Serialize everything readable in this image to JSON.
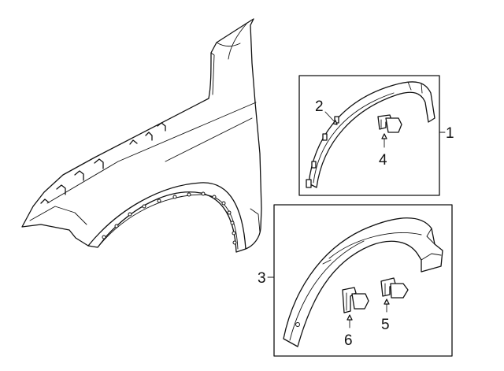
{
  "diagram": {
    "callouts": [
      {
        "id": "c1",
        "text": "1"
      },
      {
        "id": "c2",
        "text": "2"
      },
      {
        "id": "c3",
        "text": "3"
      },
      {
        "id": "c4",
        "text": "4"
      },
      {
        "id": "c5",
        "text": "5"
      },
      {
        "id": "c6",
        "text": "6"
      }
    ]
  }
}
